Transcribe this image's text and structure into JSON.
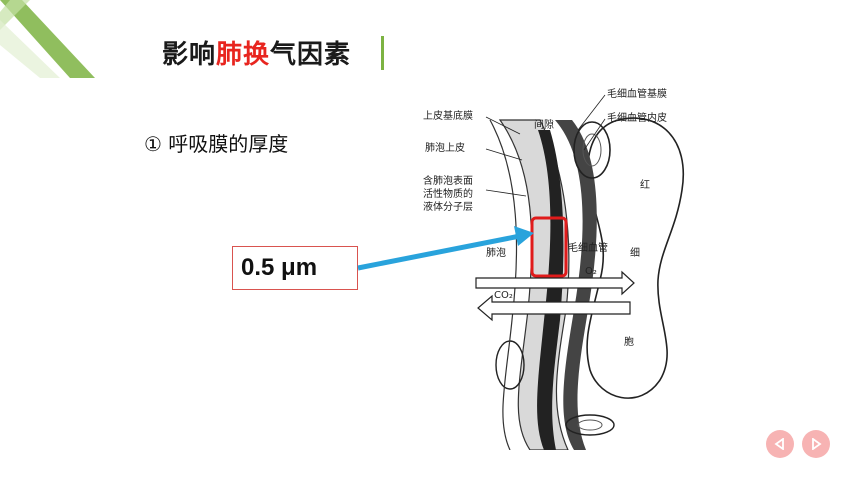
{
  "slide": {
    "title_pre": "影响",
    "title_highlight": "肺换",
    "title_post": "气因素",
    "point_1": "① 呼吸膜的厚度",
    "thickness_value": "0.5 μm"
  },
  "diagram_labels": {
    "epithelial_basement": "上皮基底膜",
    "interstitial": "间隙",
    "alveolar_epithelium": "肺泡上皮",
    "surfactant_1": "含肺泡表面",
    "surfactant_2": "活性物质的",
    "surfactant_3": "液体分子层",
    "alveolus": "肺泡",
    "capillary": "毛细血管",
    "capillary_basement": "毛细血管基膜",
    "capillary_endothelium": "毛细血管内皮",
    "rbc_1": "红",
    "rbc_2": "细",
    "rbc_3": "胞",
    "o2": "O₂",
    "co2": "CO₂"
  },
  "colors": {
    "accent_green": "#7cb342",
    "highlight_red": "#e8251f",
    "arrow_blue": "#29a3dc",
    "nav_pink": "#f7b3b3"
  },
  "icons": {
    "prev": "triangle-left",
    "next": "triangle-right"
  }
}
